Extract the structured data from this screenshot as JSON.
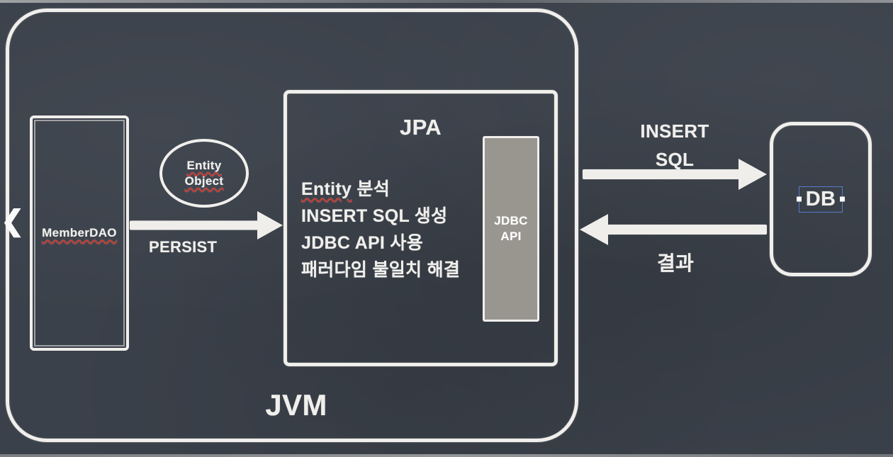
{
  "colors": {
    "background": "#3b414a",
    "chalk": "#f0efec",
    "red_accent": "#c43b33",
    "jdbc_fill": "#98968f",
    "selection_blue": "#5b79c9"
  },
  "back_chevron": {
    "glyph": "❮"
  },
  "jvm": {
    "label": "JVM"
  },
  "member_dao": {
    "label": "MemberDAO"
  },
  "entity_object": {
    "line1": "Entity",
    "line2": "Object"
  },
  "persist": {
    "label": "PERSIST"
  },
  "jpa": {
    "title": "JPA",
    "line1_highlight": "Entity",
    "line1_rest": "분석",
    "line2": "INSERT SQL 생성",
    "line3": "JDBC API 사용",
    "line4": "패러다임 불일치 해결"
  },
  "jdbc": {
    "line1": "JDBC",
    "line2": "API"
  },
  "insert_sql": {
    "line1": "INSERT",
    "line2": "SQL"
  },
  "result": {
    "label": "결과"
  },
  "db": {
    "label": "DB"
  }
}
